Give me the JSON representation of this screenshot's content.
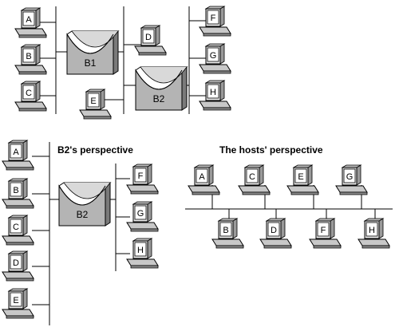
{
  "titles": {
    "b2_perspective": "B2's perspective",
    "hosts_perspective": "The hosts' perspective"
  },
  "bridges": {
    "b1": "B1",
    "b2_top": "B2",
    "b2_view": "B2"
  },
  "hosts": {
    "top": {
      "a": "A",
      "b": "B",
      "c": "C",
      "d": "D",
      "e": "E",
      "f": "F",
      "g": "G",
      "h": "H"
    },
    "b2_view": {
      "a": "A",
      "b": "B",
      "c": "C",
      "d": "D",
      "e": "E",
      "f": "F",
      "g": "G",
      "h": "H"
    },
    "hosts_view": {
      "a": "A",
      "b": "B",
      "c": "C",
      "d": "D",
      "e": "E",
      "f": "F",
      "g": "G",
      "h": "H"
    }
  }
}
